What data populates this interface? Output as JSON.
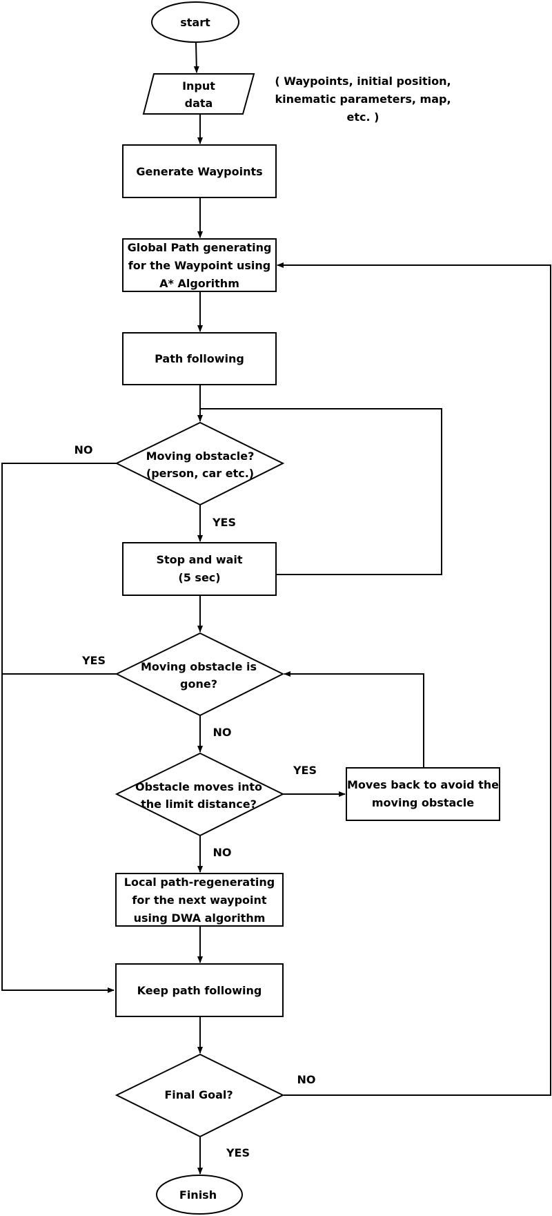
{
  "diagram": {
    "colors": {
      "stroke": "#000000",
      "fill": "#ffffff",
      "text": "#000000"
    },
    "nodes": {
      "start": {
        "label": "start"
      },
      "input": {
        "line1": "Input",
        "line2": "data"
      },
      "input_note": {
        "line1": "( Waypoints, initial position,",
        "line2": "kinematic parameters, map,",
        "line3": "etc. )"
      },
      "generate": {
        "label": "Generate Waypoints"
      },
      "global": {
        "line1": "Global Path generating",
        "line2": "for the Waypoint using",
        "line3": "A* Algorithm"
      },
      "follow": {
        "label": "Path following"
      },
      "moving": {
        "line1": "Moving obstacle?",
        "line2": "(person, car etc.)"
      },
      "stop": {
        "line1": "Stop and wait",
        "line2": "(5 sec)"
      },
      "gone": {
        "line1": "Moving obstacle is",
        "line2": "gone?"
      },
      "limit": {
        "line1": "Obstacle moves into",
        "line2": "the limit distance?"
      },
      "back": {
        "line1": "Moves back to avoid the",
        "line2": "moving obstacle"
      },
      "local": {
        "line1": "Local path-regenerating",
        "line2": "for the next waypoint",
        "line3": "using DWA algorithm"
      },
      "keep": {
        "label": "Keep path following"
      },
      "goal": {
        "label": "Final Goal?"
      },
      "finish": {
        "label": "Finish"
      }
    },
    "edge_labels": {
      "moving_no": "NO",
      "moving_yes": "YES",
      "gone_yes": "YES",
      "gone_no": "NO",
      "limit_yes": "YES",
      "limit_no": "NO",
      "goal_no": "NO",
      "goal_yes": "YES"
    }
  }
}
